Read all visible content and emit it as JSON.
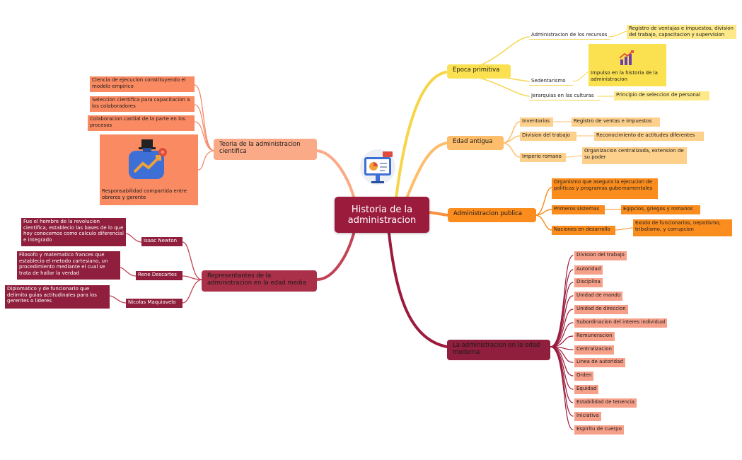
{
  "root": {
    "title": "Historia de la administracion"
  },
  "branches": {
    "epoca": {
      "label": "Epoca primitiva",
      "children": [
        {
          "label": "Administracion de los recursos",
          "detail": "Registro de ventajas e impuestos, division del trabajo, capacitacion y supervision"
        },
        {
          "label": "Sedentarismo",
          "detail": "Impulso en la historia de la administracion"
        },
        {
          "label": "Jerarquias en las culturas",
          "detail": "Principio de seleccion de personal"
        }
      ]
    },
    "edad_antigua": {
      "label": "Edad antigua",
      "children": [
        {
          "label": "Inventarios",
          "detail": "Registro de ventas e impuestos"
        },
        {
          "label": "Division del trabajo",
          "detail": "Reconocimiento de actitudes diferentes"
        },
        {
          "label": "Imperio romano",
          "detail": "Organizacion centralizada, extension de su poder"
        }
      ]
    },
    "publica": {
      "label": "Administracion publica",
      "children": [
        {
          "label": "Organismo que asegura la ejecucion de politicas y programas gubernamentales",
          "detail": ""
        },
        {
          "label": "Primeros sistemas",
          "detail": "Egipcios, griegos y romanos"
        },
        {
          "label": "Naciones en desarrollo",
          "detail": "Exodo de funcionarios, nepotismo, tribalismo, y corrupcion"
        }
      ]
    },
    "moderna": {
      "label": "La administracion en la edad moderna",
      "children": [
        "Division del trabajo",
        "Autoridad",
        "Disciplina",
        "Unidad de mando",
        "Unidad de direccion",
        "Subordinacion del interes individual",
        "Remuneracion",
        "Centralizacion",
        "Linea de autoridad",
        "Orden",
        "Equidad",
        "Estabilidad de tenencia",
        "Iniciativa",
        "Espiritu de cuerpo"
      ]
    },
    "teoria": {
      "label": "Teoria de la administracion cientifica",
      "children": [
        "Ciencia de ejecucion constituyendo el modelo empirico",
        "Seleccion cientifica para capacitacion a los colaboradores",
        "Colaboracion cardial de la parte en los procesos",
        "Responsabilidad compartida entre obreros y gerente"
      ]
    },
    "representantes": {
      "label": "Representantes de la administracion en la edad media",
      "children": [
        {
          "label": "Isaac Newton",
          "detail": "Fue el hombre de la revolucion cientifica, establecio las bases de lo que hoy conocemos como calculo diferencial e integrado"
        },
        {
          "label": "Rene Descartes",
          "detail": "Filosofo y matematico frances que establecio el metodo cartesiano, un procedimiento mediante el cual se trata de hallar la verdad"
        },
        {
          "label": "Nicolas Maquiavelo",
          "detail": "Diplomatico y de funcionario que delimito guias actitudinales para los gerentes o lideres"
        }
      ]
    }
  },
  "icons": [
    "chart-growth-icon",
    "presentation-board-icon",
    "business-portfolio-icon"
  ],
  "colors": {
    "root": "#9b1b3d",
    "yellow": "#fbe14f",
    "orange": "#fb8c1e",
    "salmon": "#fa8a62",
    "crimson": "#8f1f3c"
  }
}
